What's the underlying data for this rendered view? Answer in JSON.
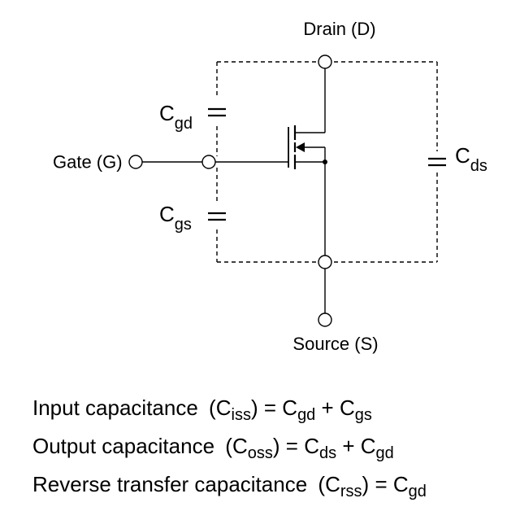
{
  "diagram": {
    "terminals": {
      "drain": "Drain (D)",
      "gate": "Gate (G)",
      "source": "Source (S)"
    },
    "capacitors": {
      "cgd": {
        "base": "C",
        "sub": "gd"
      },
      "cgs": {
        "base": "C",
        "sub": "gs"
      },
      "cds": {
        "base": "C",
        "sub": "ds"
      }
    }
  },
  "formulas": [
    {
      "name": "Input capacitance",
      "symbol": {
        "base": "C",
        "sub": "iss"
      },
      "terms": [
        {
          "base": "C",
          "sub": "gd"
        },
        {
          "base": "C",
          "sub": "gs"
        }
      ]
    },
    {
      "name": "Output capacitance",
      "symbol": {
        "base": "C",
        "sub": "oss"
      },
      "terms": [
        {
          "base": "C",
          "sub": "ds"
        },
        {
          "base": "C",
          "sub": "gd"
        }
      ]
    },
    {
      "name": "Reverse transfer capacitance",
      "symbol": {
        "base": "C",
        "sub": "rss"
      },
      "terms": [
        {
          "base": "C",
          "sub": "gd"
        }
      ]
    }
  ],
  "symbols": {
    "open_paren": "(",
    "close_paren": ")",
    "equals": "=",
    "plus": "+"
  }
}
